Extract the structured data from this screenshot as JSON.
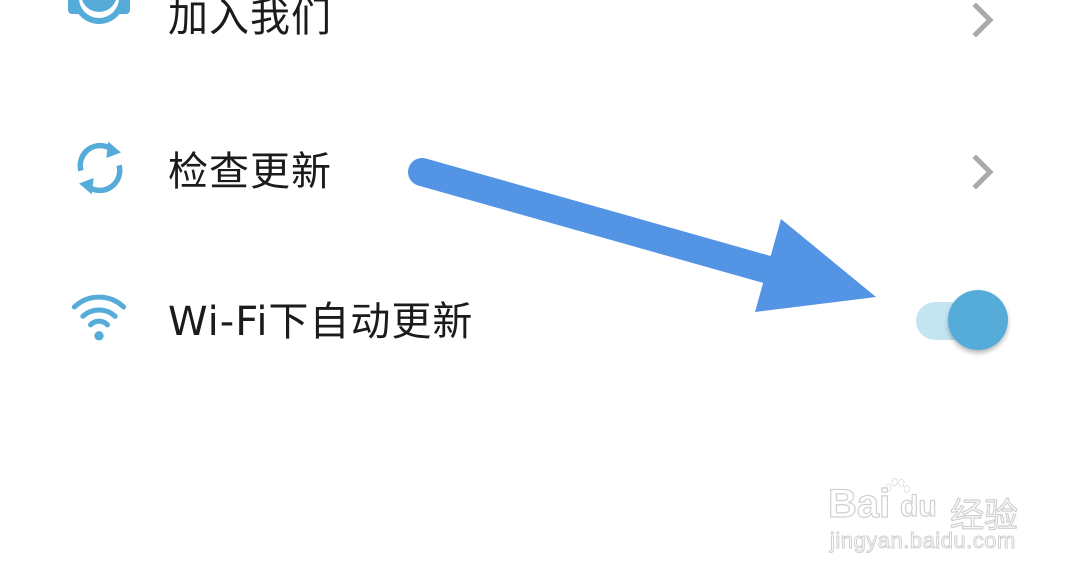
{
  "settings": {
    "items": [
      {
        "label": "加入我们",
        "icon": "join-us-icon",
        "accessory": "chevron-right"
      },
      {
        "label": "检查更新",
        "icon": "refresh-icon",
        "accessory": "chevron-right"
      },
      {
        "label": "Wi-Fi下自动更新",
        "icon": "wifi-icon",
        "accessory": "toggle",
        "toggle_on": true
      }
    ]
  },
  "colors": {
    "icon_blue": "#55acd9",
    "toggle_track": "#c3e5f2",
    "toggle_thumb": "#55acd9",
    "annotation_arrow": "#5394e5",
    "chevron": "#a9a9a9",
    "text": "#1b1b1b"
  },
  "watermark": {
    "brand": "Bai",
    "paw_text": "du",
    "cn": "经验",
    "url": "jingyan.baidu.com"
  }
}
